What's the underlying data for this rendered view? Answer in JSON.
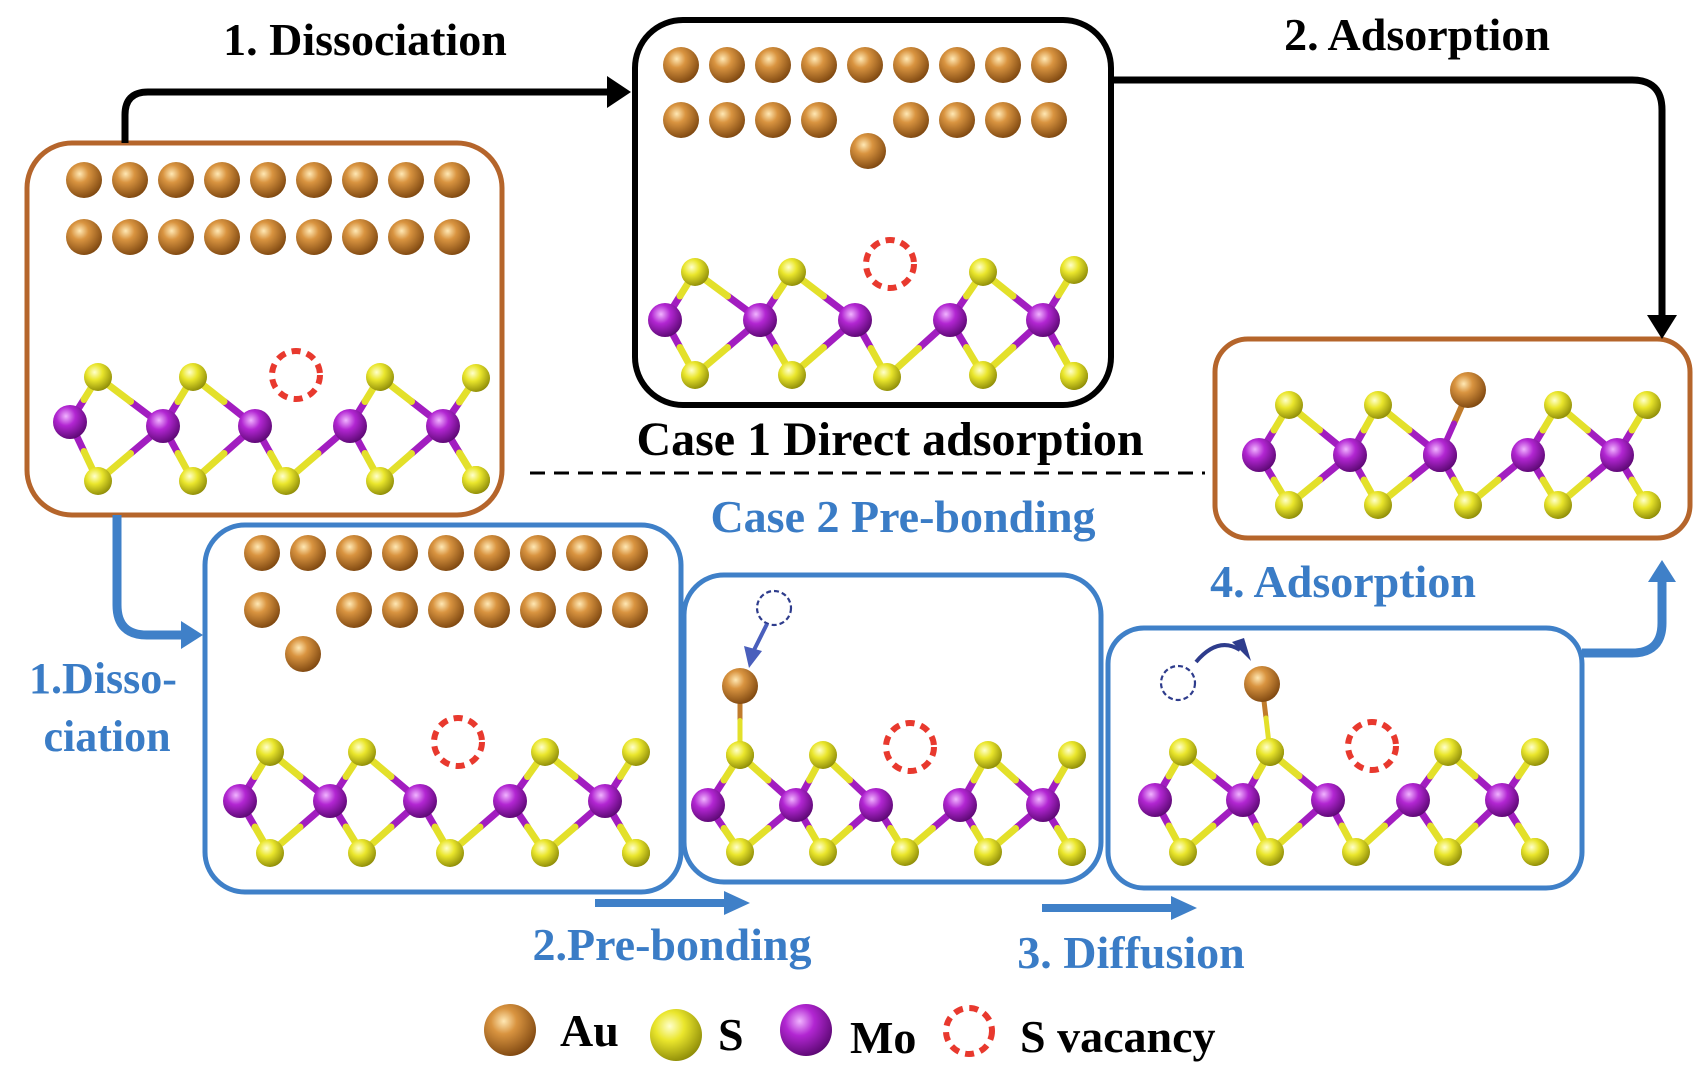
{
  "colors": {
    "au": "#c07b2b",
    "s": "#e3e02a",
    "mo": "#a21dc0",
    "vacancy": "#e8392e",
    "case1_arrow": "#000000",
    "case2_blue": "#3f80c8",
    "initial_box": "#b5652b",
    "label_black": "#000000",
    "label_blue": "#3a7cc6"
  },
  "labels": {
    "case1_step1": "1. Dissociation",
    "case1_step2": "2. Adsorption",
    "case1_title": "Case 1 Direct adsorption",
    "case2_title": "Case 2 Pre-bonding",
    "case2_step1_line1": "1.Disso-",
    "case2_step1_line2": "ciation",
    "case2_step2": "2.Pre-bonding",
    "case2_step3": "3. Diffusion",
    "case2_step4": "4. Adsorption"
  },
  "legend": [
    {
      "key": "au",
      "label": "Au",
      "icon": "au-atom-icon"
    },
    {
      "key": "s",
      "label": "S",
      "icon": "s-atom-icon"
    },
    {
      "key": "mo",
      "label": "Mo",
      "icon": "mo-atom-icon"
    },
    {
      "key": "vacancy",
      "label": "S vacancy",
      "icon": "s-vacancy-icon"
    }
  ]
}
